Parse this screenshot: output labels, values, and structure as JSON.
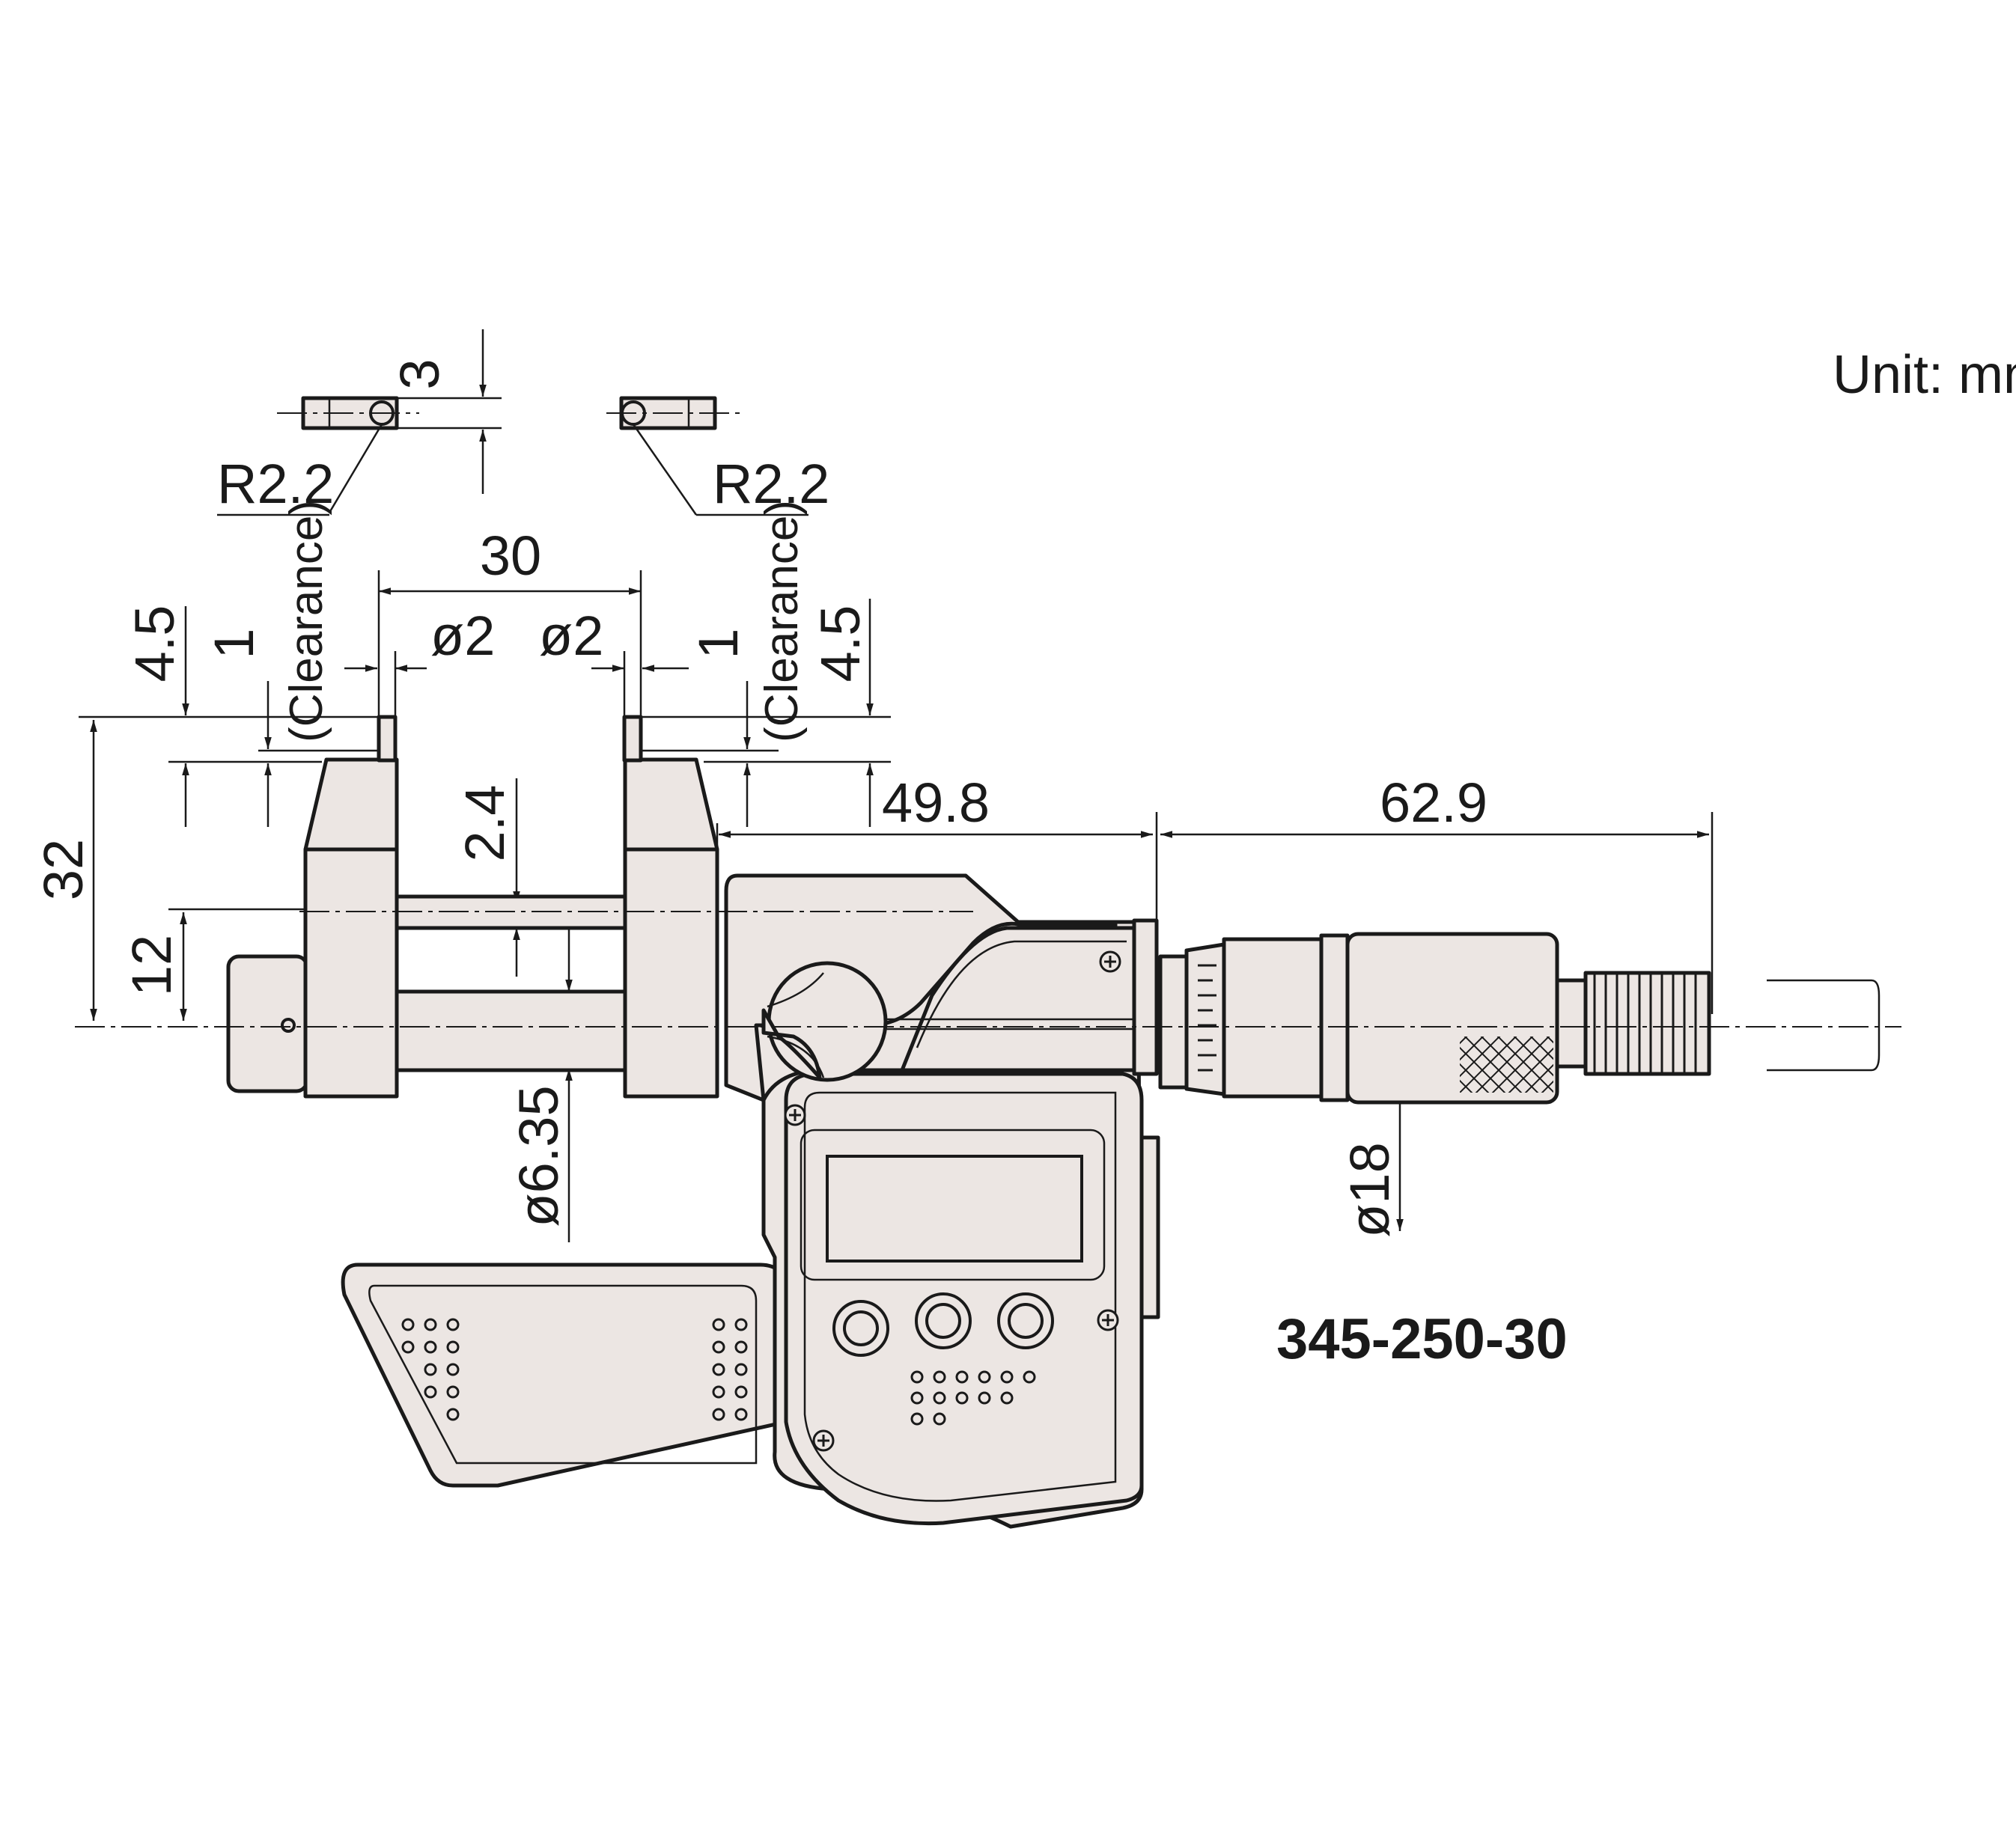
{
  "unit_label": "Unit: mm",
  "model_number": "345-250-30",
  "dimensions": {
    "jaw_spacing": "30",
    "tip_dia_left": "ø2",
    "tip_dia_right": "ø2",
    "radius_left": "R2.2",
    "radius_right": "R2.2",
    "tip_thickness": "3",
    "clearance_left": "1",
    "clearance_right": "1",
    "clearance_note_left": "(Clearance)",
    "clearance_note_right": "(Clearance)",
    "tip_length_left": "4.5",
    "tip_length_right": "4.5",
    "overall_height": "32",
    "rod_offset": "12",
    "rod_gap": "2.4",
    "spindle_dia": "ø6.35",
    "frame_length": "49.8",
    "thimble_length": "62.9",
    "thimble_dia": "ø18"
  },
  "colors": {
    "body": "#ece6e3",
    "line": "#1a1a1a"
  }
}
